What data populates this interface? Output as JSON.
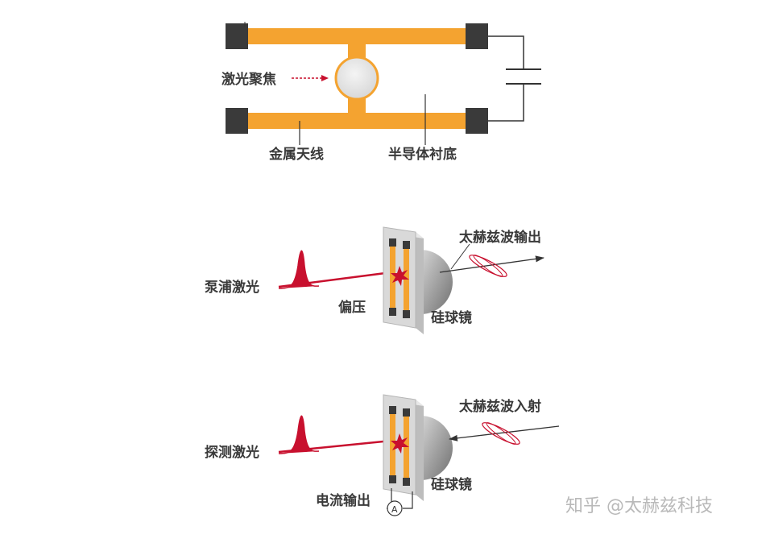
{
  "colors": {
    "antenna": "#f4a330",
    "electrode": "#3a3a3a",
    "laser": "#c8102e",
    "text": "#3a3a3a",
    "lens": "#8c8c8c",
    "substrate": "#d9d9d9",
    "watermark": "#b9b9b9"
  },
  "diagram_top": {
    "laser_focus_label": "激光聚焦",
    "metal_antenna_label": "金属天线",
    "semiconductor_substrate_label": "半导体衬底"
  },
  "diagram_emitter": {
    "pump_laser_label": "泵浦激光",
    "bias_label": "偏压",
    "thz_output_label": "太赫兹波输出",
    "lens_label": "硅球镜"
  },
  "diagram_detector": {
    "probe_laser_label": "探测激光",
    "thz_input_label": "太赫兹波入射",
    "current_output_label": "电流输出",
    "lens_label": "硅球镜",
    "ammeter_symbol": "A"
  },
  "watermark": {
    "text": "知乎 @太赫兹科技"
  }
}
